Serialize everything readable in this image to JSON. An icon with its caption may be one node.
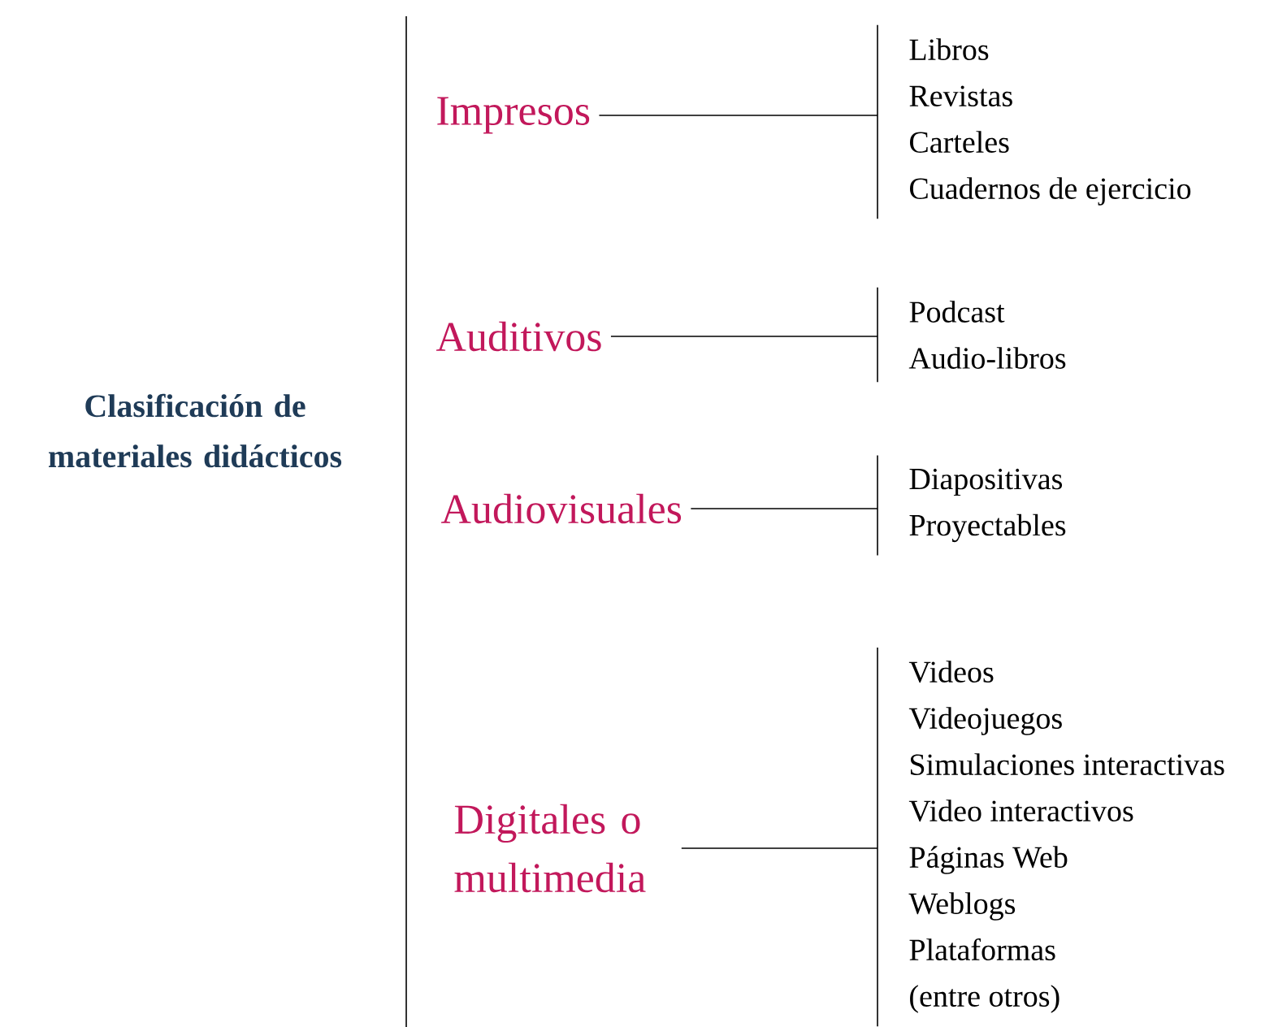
{
  "diagram": {
    "nodes": [
      {
        "text": [
          "Clasificación de materiales didácticos"
        ]
      },
      {
        "text": [
          "Impresos"
        ]
      },
      {
        "text": [
          "Libros",
          "Revistas",
          "Carteles",
          "Cuadernos de ejercicio"
        ]
      },
      {
        "text": [
          "Auditivos"
        ]
      },
      {
        "text": [
          "Podcast",
          "Audio-libros"
        ]
      },
      {
        "text": [
          "Audiovisuales"
        ]
      },
      {
        "text": [
          "Diapositivas",
          "Proyectables"
        ]
      },
      {
        "text": [
          "Digitales o multimedia"
        ]
      },
      {
        "text": [
          "Videos",
          "Videojuegos",
          "Simulaciones interactivas",
          "Video interactivos",
          "Páginas Web",
          "Weblogs",
          "Plataformas",
          "(entre otros)"
        ]
      }
    ],
    "edges": [
      {
        "from": 1,
        "to": 2,
        "arrow": "none"
      },
      {
        "from": 3,
        "to": 4,
        "arrow": "none"
      },
      {
        "from": 5,
        "to": 6,
        "arrow": "none"
      },
      {
        "from": 7,
        "to": 8,
        "arrow": "none"
      }
    ]
  }
}
